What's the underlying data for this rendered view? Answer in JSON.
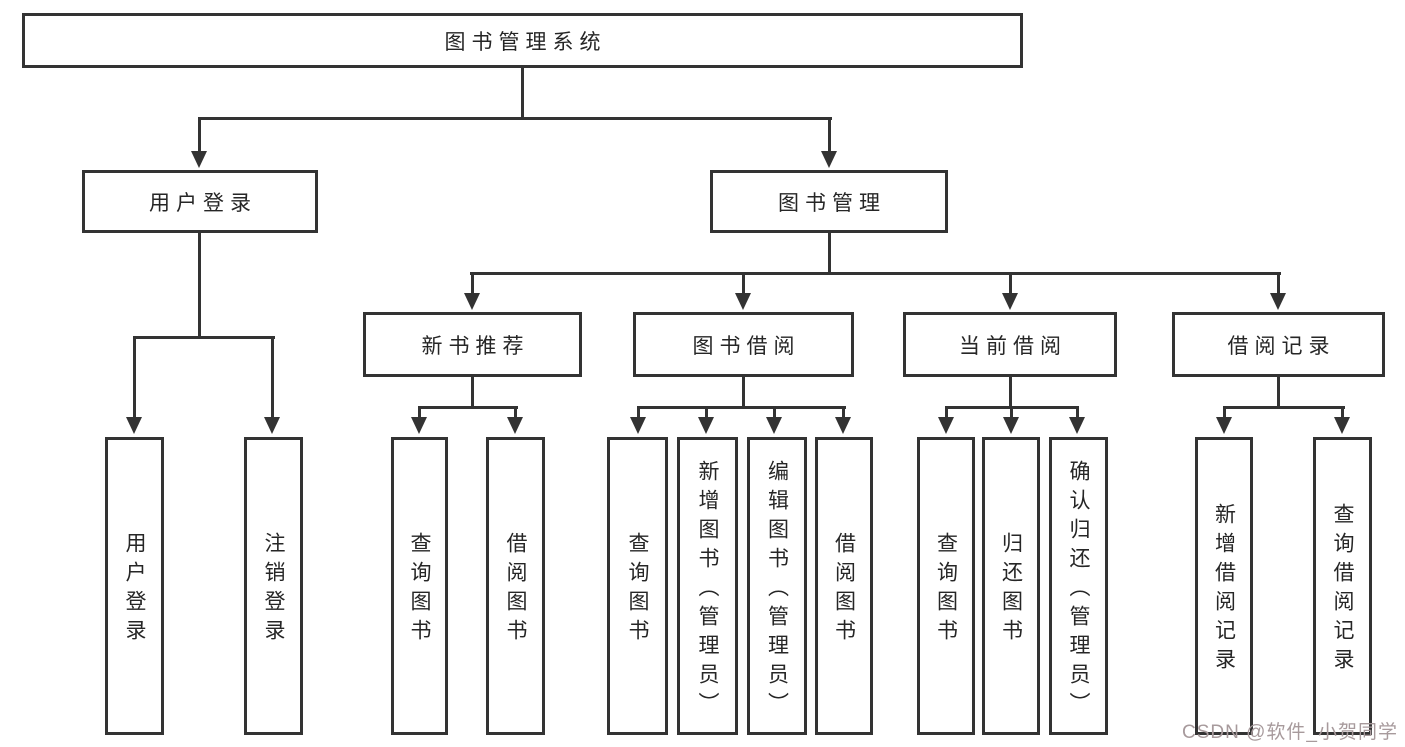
{
  "colors": {
    "line": "#333333",
    "box_border": "#333333",
    "text": "#262626",
    "background": "#ffffff",
    "watermark": "#a79a9c"
  },
  "diagram": {
    "root": {
      "label": "图书管理系统"
    },
    "branches": [
      {
        "label": "用户登录",
        "children": [
          {
            "label": "用户登录"
          },
          {
            "label": "注销登录"
          }
        ]
      },
      {
        "label": "图书管理",
        "children": [
          {
            "label": "新书推荐",
            "children": [
              {
                "label": "查询图书"
              },
              {
                "label": "借阅图书"
              }
            ]
          },
          {
            "label": "图书借阅",
            "children": [
              {
                "label": "查询图书"
              },
              {
                "label": "新增图书（管理员）"
              },
              {
                "label": "编辑图书（管理员）"
              },
              {
                "label": "借阅图书"
              }
            ]
          },
          {
            "label": "当前借阅",
            "children": [
              {
                "label": "查询图书"
              },
              {
                "label": "归还图书"
              },
              {
                "label": "确认归还（管理员）"
              }
            ]
          },
          {
            "label": "借阅记录",
            "children": [
              {
                "label": "新增借阅记录"
              },
              {
                "label": "查询借阅记录"
              }
            ]
          }
        ]
      }
    ]
  },
  "watermark": {
    "text": "CSDN @软件_小贺同学"
  }
}
